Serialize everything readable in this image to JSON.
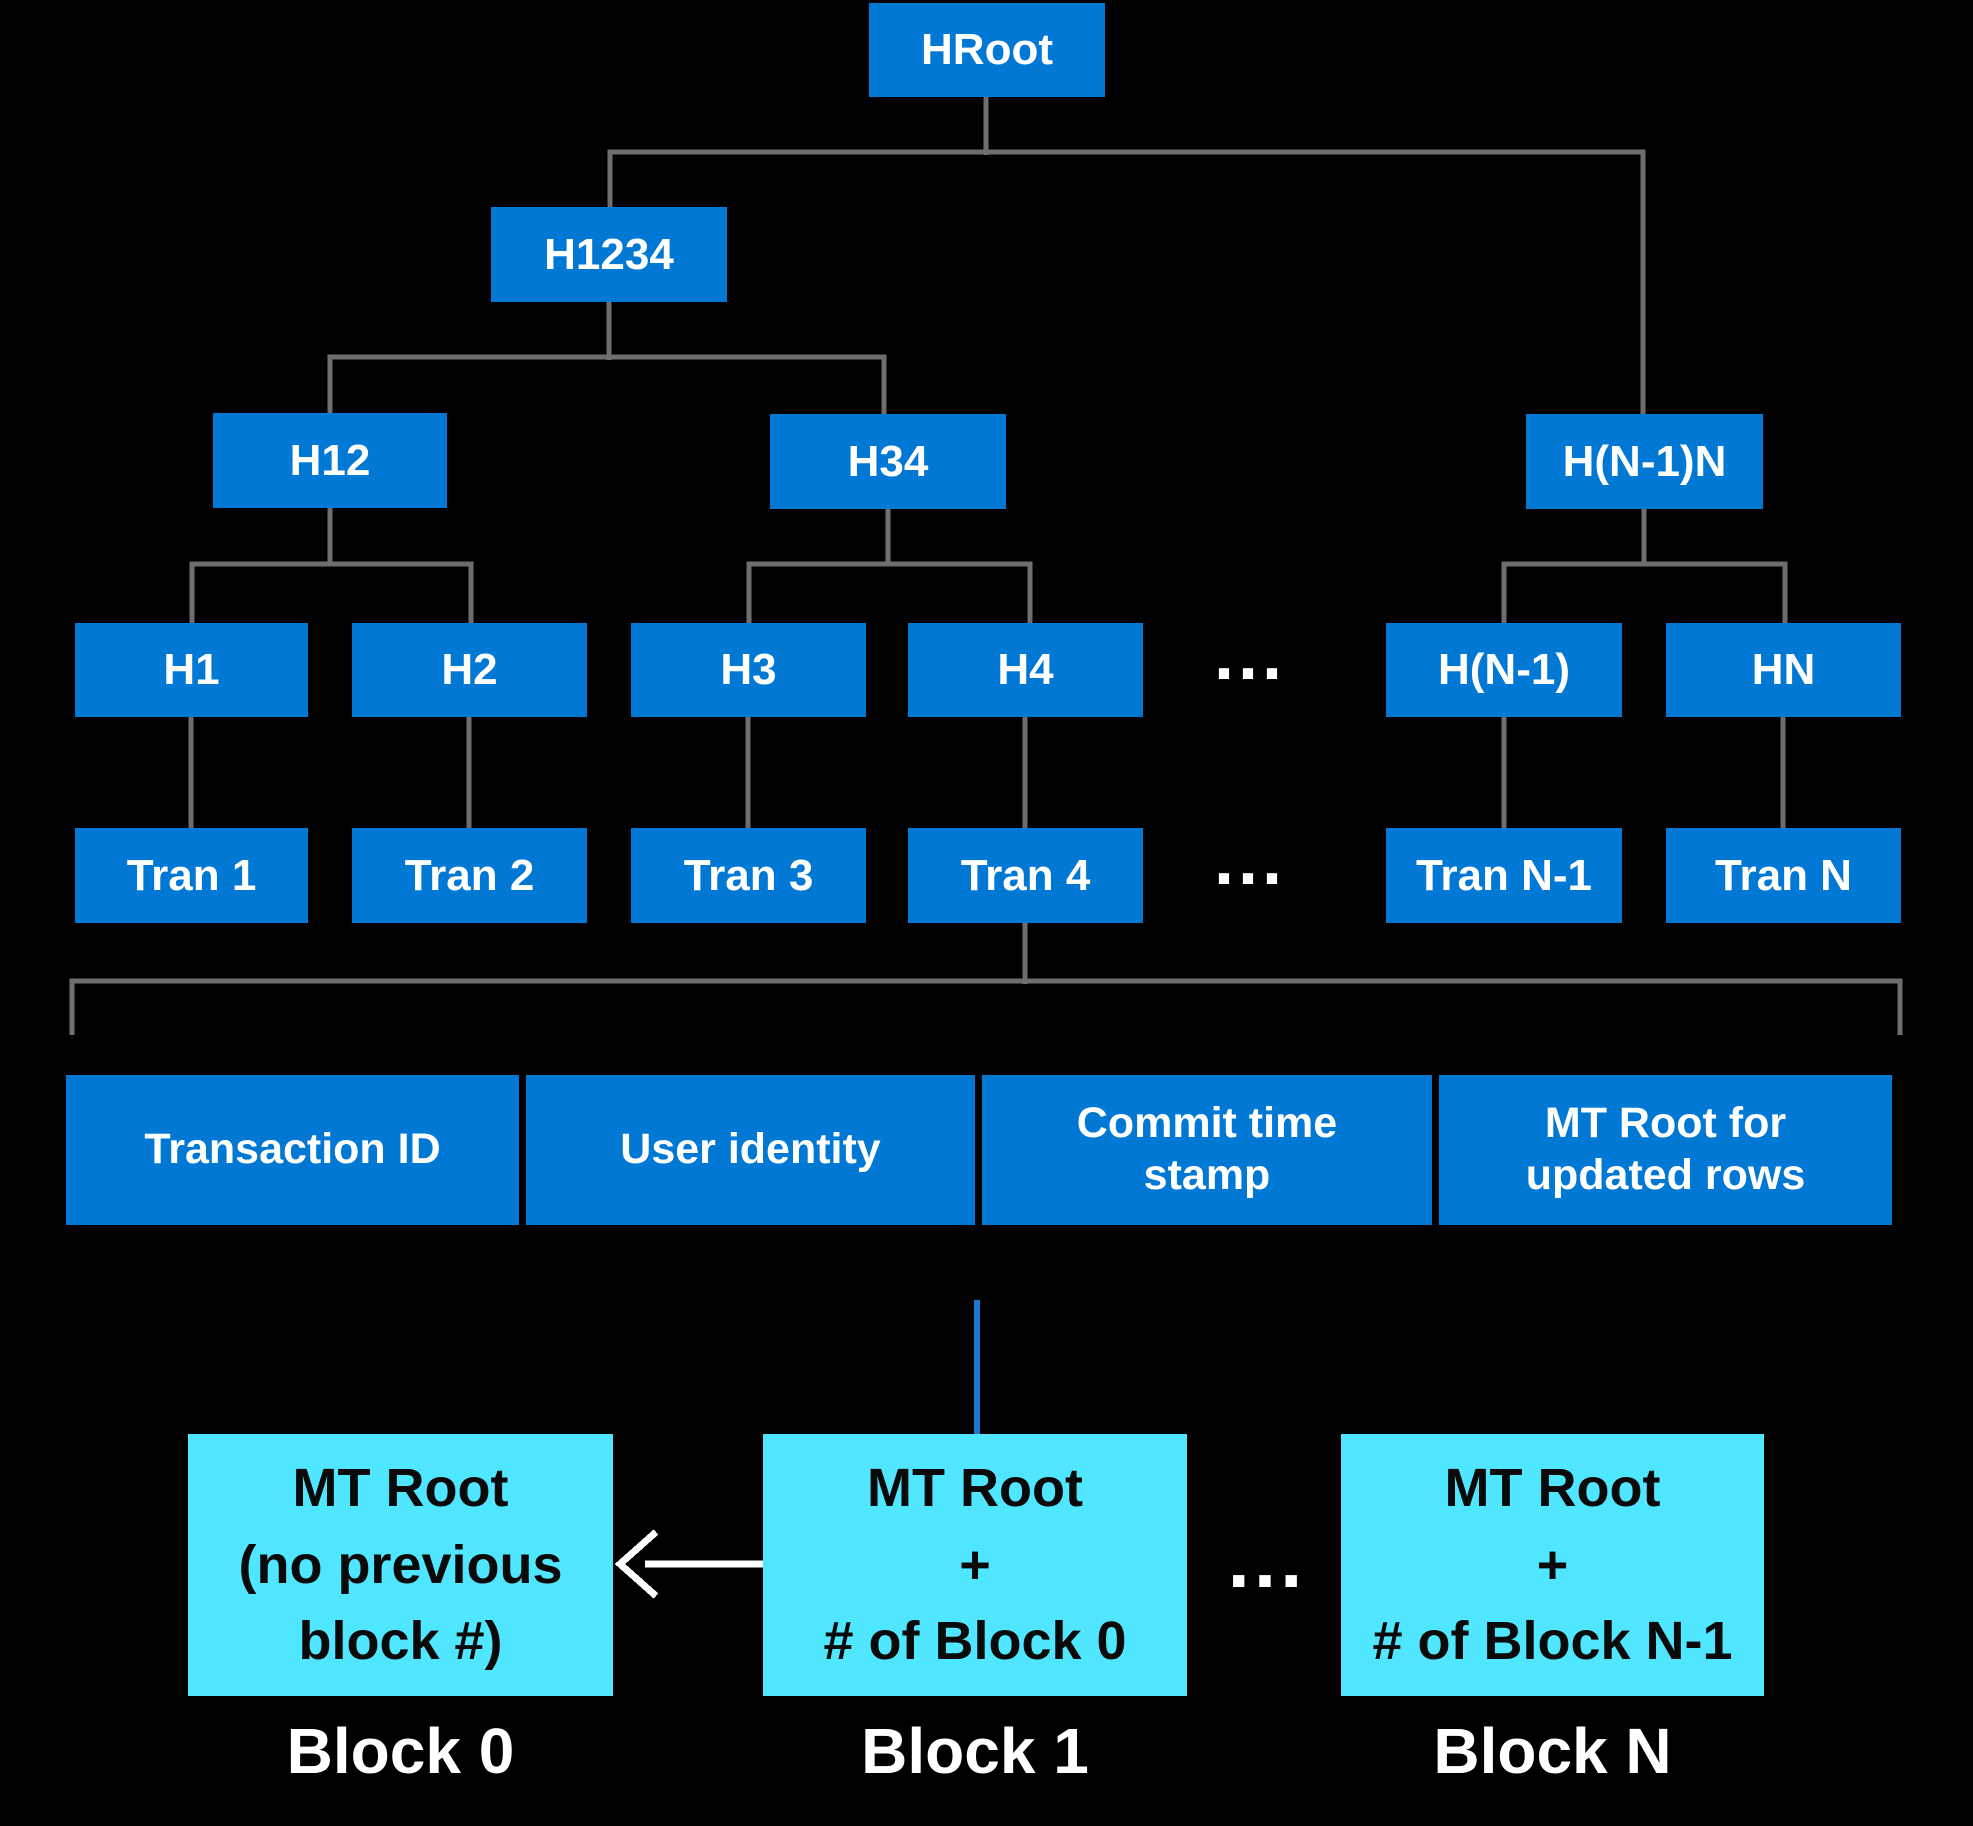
{
  "title": "Merkle tree / blockchain ledger diagram",
  "colors": {
    "node_blue": "#0078D4",
    "cyan": "#50E6FF",
    "line_gray": "#6E6E6E",
    "link_blue": "#1D76D2",
    "background": "#000000",
    "text_white": "#FFFFFF",
    "text_black": "#0A0A0A"
  },
  "tree": {
    "hroot": "HRoot",
    "h1234": "H1234",
    "h12": "H12",
    "h34": "H34",
    "hn1n": "H(N-1)N",
    "h1": "H1",
    "h2": "H2",
    "h3": "H3",
    "h4": "H4",
    "hn1": "H(N-1)",
    "hn": "HN",
    "tran1": "Tran 1",
    "tran2": "Tran 2",
    "tran3": "Tran 3",
    "tran4": "Tran 4",
    "tranN1": "Tran N-1",
    "tranN": "Tran N",
    "ellipsis_hash": "...",
    "ellipsis_tran": "..."
  },
  "bar": {
    "cell1_line1": "Transaction ID",
    "cell2_line1": "User identity",
    "cell3_line1": "Commit time",
    "cell3_line2": "stamp",
    "cell4_line1": "MT Root for",
    "cell4_line2": "updated rows"
  },
  "blocks": {
    "ellipsis": "...",
    "b0": {
      "line1": "MT Root",
      "line2": "(no previous",
      "line3": "block #)",
      "caption": "Block 0"
    },
    "b1": {
      "line1": "MT Root",
      "line2": "+",
      "line3": "# of Block 0",
      "caption": "Block 1"
    },
    "bn": {
      "line1": "MT Root",
      "line2": "+",
      "line3": "# of Block N-1",
      "caption": "Block N"
    }
  }
}
